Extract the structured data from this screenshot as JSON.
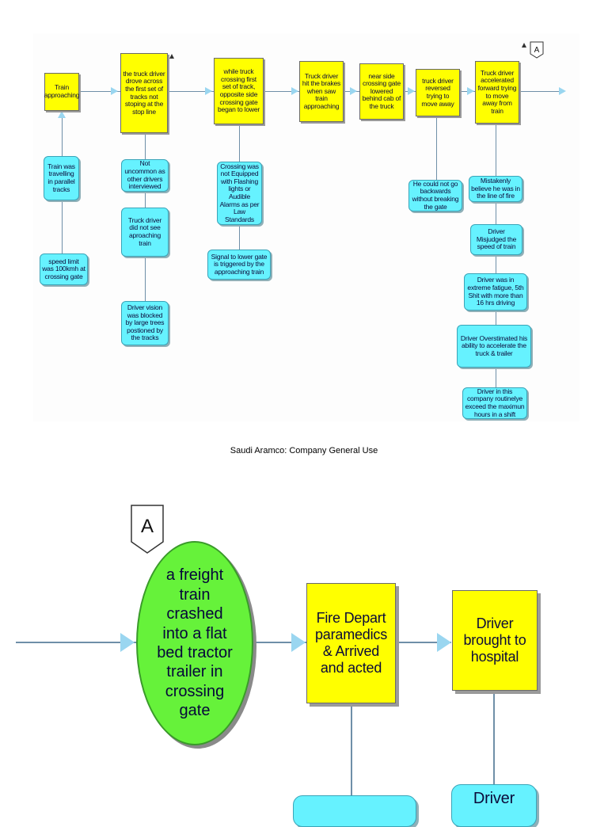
{
  "connector_label": "A",
  "footer": "Saudi Aramco: Company General Use",
  "top_diagram": {
    "events": [
      "Train approaching",
      "the truck driver drove across the first set of tracks not stoping at the stop line",
      "while truck crossing first set of track, opposite side crossing gate began to lower",
      "Truck driver hit the brakes when saw train approaching",
      "near side crossing gate lowered behind cab of the truck",
      "truck driver reversed trying to move away",
      "Truck driver accelerated forward trying to move away from train"
    ],
    "conditions": {
      "train": [
        "Train was travelling in parallel tracks",
        "speed limit was 100kmh at crossing gate"
      ],
      "drove_across": [
        "Not uncommon as other drivers interviewed",
        "Truck driver did not see aproaching train",
        "Driver vision was blocked by large trees postioned by the tracks"
      ],
      "gate_lower": [
        "Crossing was not Equipped with Flashing lights or Audible Alarms as per Law Standards",
        "Signal to lower gate is triggered by the approaching train"
      ],
      "reverse": [
        "He could not go backwards without breaking the gate"
      ],
      "accelerate": [
        "Mistakenly believe he was in the line of fire",
        "Driver Misjudged the speed of train",
        "Driver was in extreme fatigue, 5th Shit with more than 16 hrs driving",
        "Driver Overstimated his ability to accelerate the truck & trailer",
        "Driver in this company routinelye exceed the maximun hours in a shift"
      ]
    }
  },
  "bottom_diagram": {
    "incident": "a freight train crashed into a flat bed tractor trailer in crossing gate",
    "events": [
      "Fire Depart paramedics & Arrived and acted",
      "Driver brought to hospital"
    ],
    "conditions": [
      "Driver"
    ]
  }
}
